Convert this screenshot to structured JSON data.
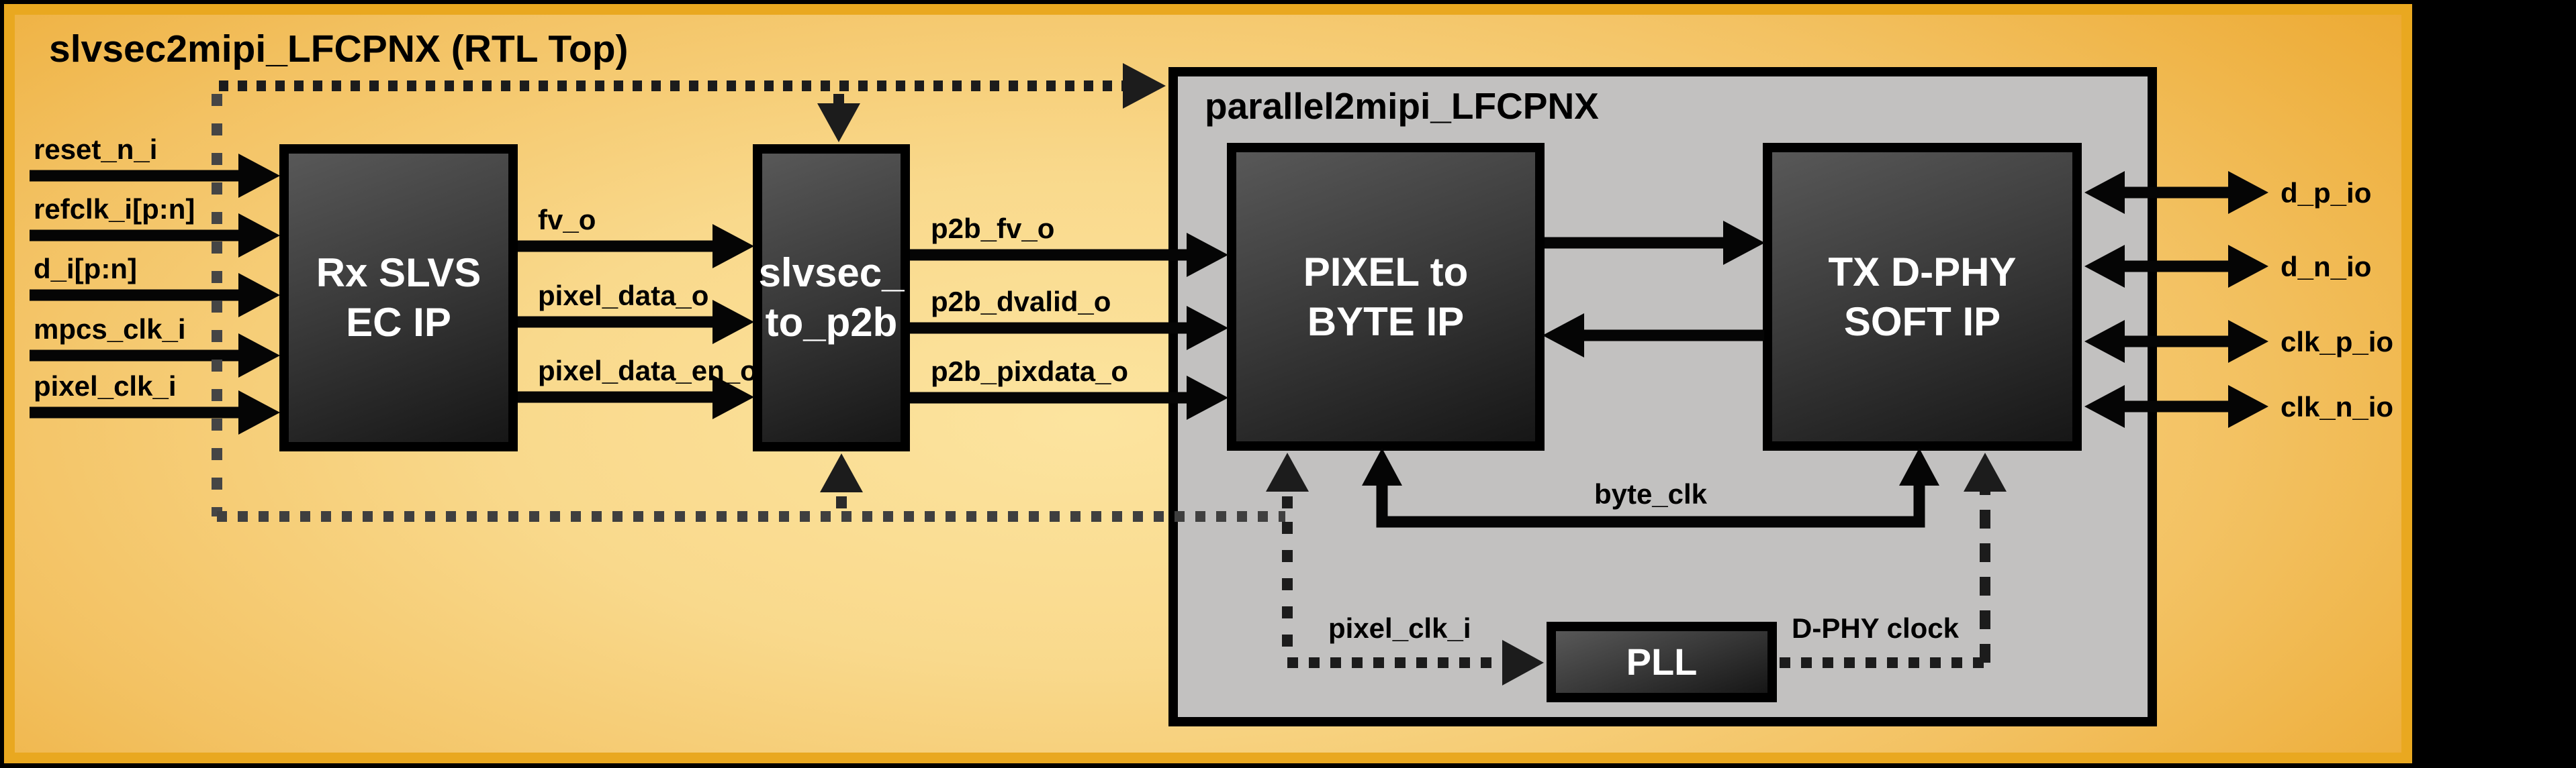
{
  "title": "slvsec2mipi_LFCPNX (RTL Top)",
  "container": {
    "title": "parallel2mipi_LFCPNX"
  },
  "blocks": {
    "rx_slvs": {
      "line1": "Rx SLVS",
      "line2": "EC IP"
    },
    "slvsec_to_p2b": {
      "line1": "slvsec_",
      "line2": "to_p2b"
    },
    "pixel_to_byte": {
      "line1": "PIXEL to",
      "line2": "BYTE IP"
    },
    "tx_dphy": {
      "line1": "TX D-PHY",
      "line2": "SOFT IP"
    },
    "pll": {
      "label": "PLL"
    }
  },
  "inputs": [
    "reset_n_i",
    "refclk_i[p:n]",
    "d_i[p:n]",
    "mpcs_clk_i",
    "pixel_clk_i"
  ],
  "outputs": [
    "d_p_io",
    "d_n_io",
    "clk_p_io",
    "clk_n_io"
  ],
  "signals": {
    "rx_to_slvsec": [
      "fv_o",
      "pixel_data_o",
      "pixel_data_en_o"
    ],
    "slvsec_to_pixel": [
      "p2b_fv_o",
      "p2b_dvalid_o",
      "p2b_pixdata_o"
    ],
    "byte_clk": "byte_clk",
    "pll_input": "pixel_clk_i",
    "pll_output": "D-PHY clock"
  },
  "colors": {
    "frame": "#000000",
    "panel_border": "#e9a820",
    "panel_center": "#fce49f",
    "panel_edge": "#eca82f",
    "container_fill": "#c2c1c0",
    "block_fill_dark": "#161616",
    "block_fill_light": "#585858",
    "block_text": "#ffffff",
    "label_text": "#000000",
    "dotted_gray": "#454545",
    "dotted_black": "#1c1c1c"
  }
}
